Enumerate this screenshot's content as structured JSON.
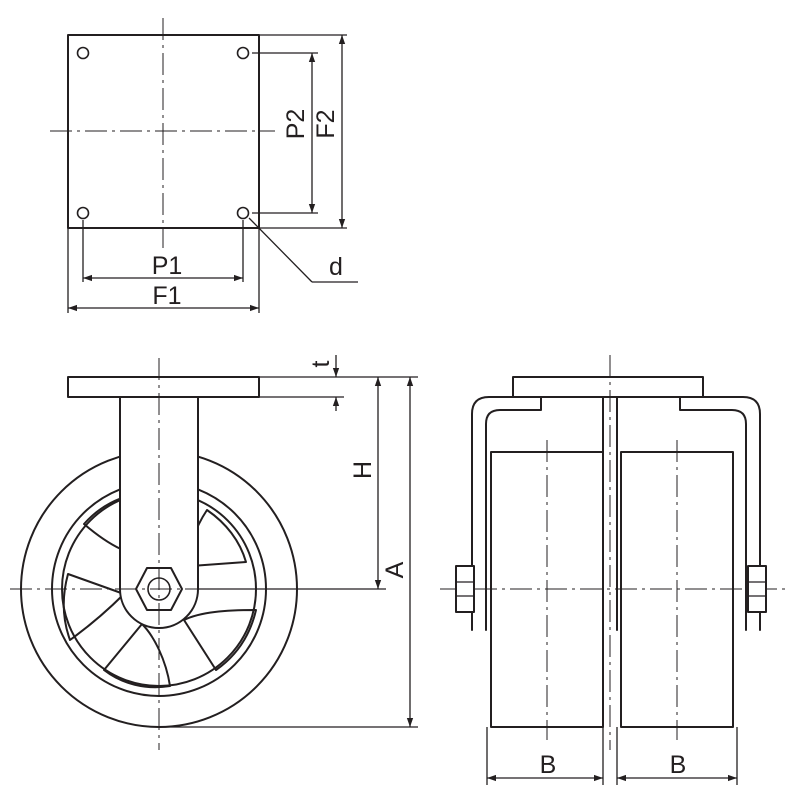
{
  "labels": {
    "p1": "P1",
    "f1": "F1",
    "p2": "P2",
    "f2": "F2",
    "d": "d",
    "t": "t",
    "h": "H",
    "a": "A",
    "b_left": "B",
    "b_right": "B"
  },
  "colors": {
    "line": "#231f20",
    "background": "#ffffff"
  }
}
